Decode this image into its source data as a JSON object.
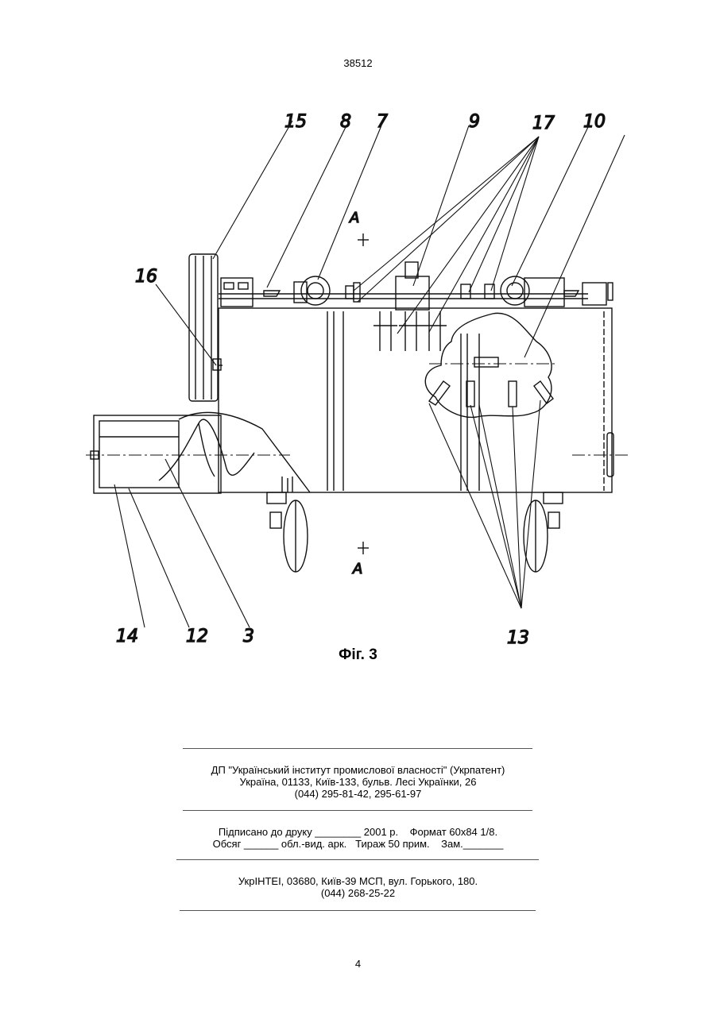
{
  "header": {
    "patent_number": "38512"
  },
  "figure": {
    "caption": "Фіг. 3",
    "section_marks": [
      "А",
      "А"
    ],
    "callouts": [
      "15",
      "8",
      "7",
      "9",
      "17",
      "10",
      "16",
      "14",
      "12",
      "3",
      "13"
    ]
  },
  "imprint": {
    "publisher_lines": [
      "ДП \"Український інститут промислової власності\" (Укрпатент)",
      "Україна, 01133, Київ-133, бульв. Лесі Українки, 26",
      "(044) 295-81-42, 295-61-97"
    ],
    "print_lines": [
      "Підписано до друку ________ 2001 р.    Формат 60х84 1/8.",
      "Обсяг ______ обл.-вид. арк.   Тираж 50 прим.    Зам._______"
    ],
    "printer_lines": [
      "УкрІНТЕІ, 03680, Київ-39 МСП, вул. Горького, 180.",
      "(044) 268-25-22"
    ]
  },
  "footer": {
    "page_number": "4"
  }
}
